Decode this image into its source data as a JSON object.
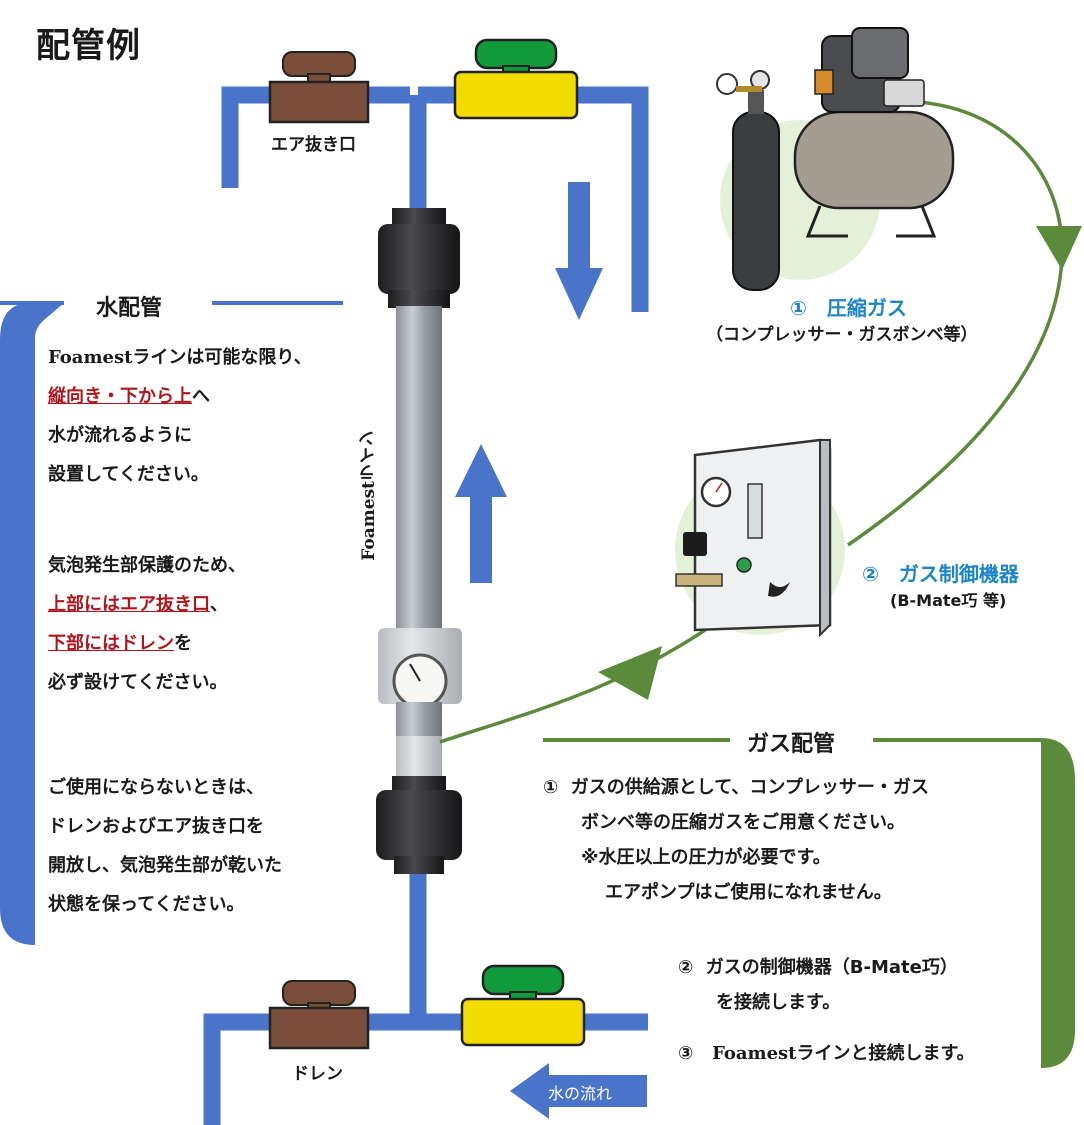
{
  "title": "配管例",
  "labels": {
    "air_vent": "エア抜き口",
    "drain": "ドレン",
    "foamest_line": "Foamestライン",
    "water_flow": "水の流れ"
  },
  "water": {
    "heading": "水配管",
    "p1_line1": "Foamestラインは可能な限り、",
    "p1_line2_red": "縦向き・下から上",
    "p1_line2_rest": "へ",
    "p1_line3": "水が流れるように",
    "p1_line4": "設置してください。",
    "p2_line1": "気泡発生部保護のため、",
    "p2_line2_red": "上部にはエア抜き口",
    "p2_line2_rest": "、",
    "p2_line3_red": "下部にはドレン",
    "p2_line3_rest": "を",
    "p2_line4": "必ず設けてください。",
    "p3_line1": "ご使用にならないときは、",
    "p3_line2": "ドレンおよびエア抜き口を",
    "p3_line3": "開放し、気泡発生部が乾いた",
    "p3_line4": "状態を保ってください。"
  },
  "equipment": {
    "item1_title": "①　圧縮ガス",
    "item1_sub": "（コンプレッサー・ガスボンベ等）",
    "item2_title": "②　ガス制御機器",
    "item2_sub": "(B-Mate巧 等)"
  },
  "gas": {
    "heading": "ガス配管",
    "s1_num": "①",
    "s1_line1": "ガスの供給源として、コンプレッサー・ガス",
    "s1_line2": "ボンベ等の圧縮ガスをご用意ください。",
    "s1_line3": "※水圧以上の圧力が必要です。",
    "s1_line4": "エアポンプはご使用になれません。",
    "s2_num": "②",
    "s2_line1": "ガスの制御機器（B-Mate巧）",
    "s2_line2": "を接続します。",
    "s3_num": "③",
    "s3_brand": "Foamest",
    "s3_rest": "ラインと接続します。"
  },
  "colors": {
    "water_pipe": "#4a74c9",
    "gas_pipe": "#5a8a3a",
    "valve_brown": "#7a4e3a",
    "valve_yellow": "#f2dc00",
    "valve_green": "#119a3c",
    "accent_red": "#b3141b",
    "accent_blue": "#1b86c6"
  }
}
